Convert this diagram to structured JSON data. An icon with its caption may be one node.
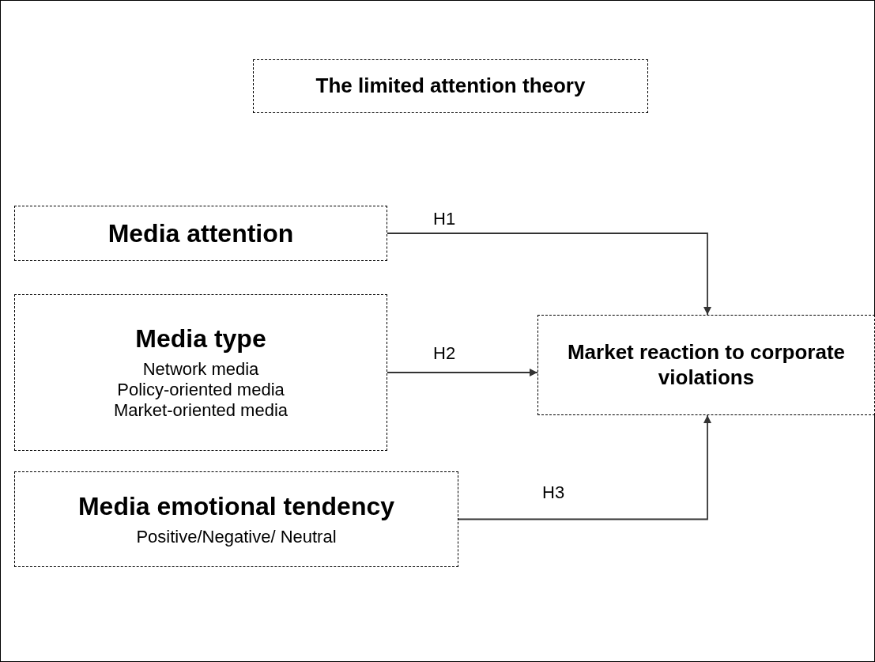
{
  "diagram": {
    "nodes": [
      {
        "text": [
          "The limited attention theory"
        ]
      },
      {
        "text": [
          "Media attention"
        ]
      },
      {
        "text": [
          "Media type",
          "Network media",
          "Policy-oriented media",
          "Market-oriented media"
        ]
      },
      {
        "text": [
          "Media emotional tendency",
          "Positive/Negative/ Neutral"
        ]
      },
      {
        "text": [
          "Market reaction to corporate violations"
        ]
      }
    ],
    "edges": [
      {
        "from": 1,
        "to": 4,
        "arrow": "to",
        "label": "H1"
      },
      {
        "from": 2,
        "to": 4,
        "arrow": "to",
        "label": "H2"
      },
      {
        "from": 3,
        "to": 4,
        "arrow": "to",
        "label": "H3"
      }
    ]
  }
}
